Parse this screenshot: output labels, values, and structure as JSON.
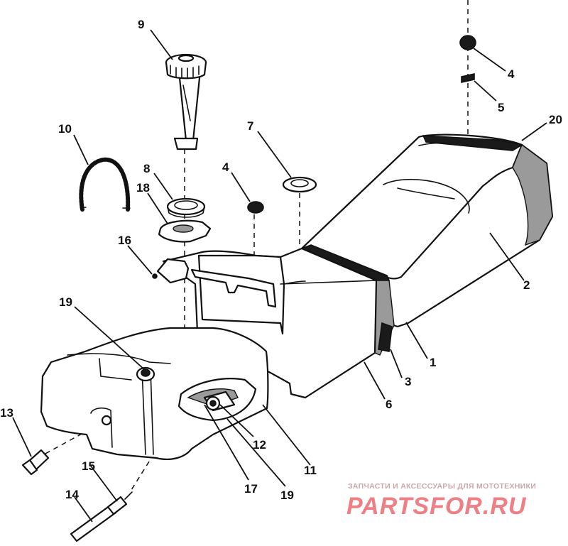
{
  "callouts": [
    {
      "id": "c9",
      "label": "9"
    },
    {
      "id": "c10",
      "label": "10"
    },
    {
      "id": "c8",
      "label": "8"
    },
    {
      "id": "c18",
      "label": "18"
    },
    {
      "id": "c16",
      "label": "16"
    },
    {
      "id": "c4a",
      "label": "4"
    },
    {
      "id": "c7",
      "label": "7"
    },
    {
      "id": "c4b",
      "label": "4"
    },
    {
      "id": "c5",
      "label": "5"
    },
    {
      "id": "c20",
      "label": "20"
    },
    {
      "id": "c2",
      "label": "2"
    },
    {
      "id": "c1",
      "label": "1"
    },
    {
      "id": "c3",
      "label": "3"
    },
    {
      "id": "c6",
      "label": "6"
    },
    {
      "id": "c19a",
      "label": "19"
    },
    {
      "id": "c13",
      "label": "13"
    },
    {
      "id": "c15",
      "label": "15"
    },
    {
      "id": "c14",
      "label": "14"
    },
    {
      "id": "c12",
      "label": "12"
    },
    {
      "id": "c11",
      "label": "11"
    },
    {
      "id": "c17",
      "label": "17"
    },
    {
      "id": "c19b",
      "label": "19"
    }
  ],
  "watermark": {
    "caption": "ЗАПЧАСТИ И АКСЕССУАРЫ ДЛЯ МОТОТЕХНИКИ",
    "brand": "PARTSFOR.RU",
    "brand_color": "#ee7f84"
  }
}
